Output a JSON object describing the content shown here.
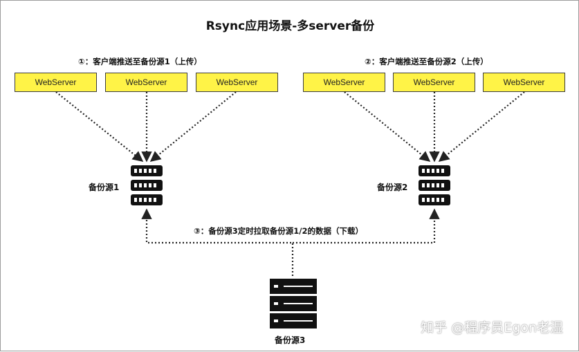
{
  "title": "Rsync应用场景-多server备份",
  "step1_label": "①：客户端推送至备份源1（上传）",
  "step2_label": "②：客户端推送至备份源2（上传）",
  "step3_label": "③：备份源3定时拉取备份源1/2的数据（下载）",
  "group1": {
    "servers": [
      "WebServer",
      "WebServer",
      "WebServer"
    ],
    "backup_label": "备份源1"
  },
  "group2": {
    "servers": [
      "WebServer",
      "WebServer",
      "WebServer"
    ],
    "backup_label": "备份源2"
  },
  "backup3_label": "备份源3",
  "watermark": "知乎 @程序员Egon老湿",
  "colors": {
    "webserver_fill": "#fff347",
    "line": "#222222",
    "server_icon": "#111111"
  },
  "icons": {
    "backup_server": "server-rack-icon",
    "arrow": "arrowhead-icon"
  }
}
